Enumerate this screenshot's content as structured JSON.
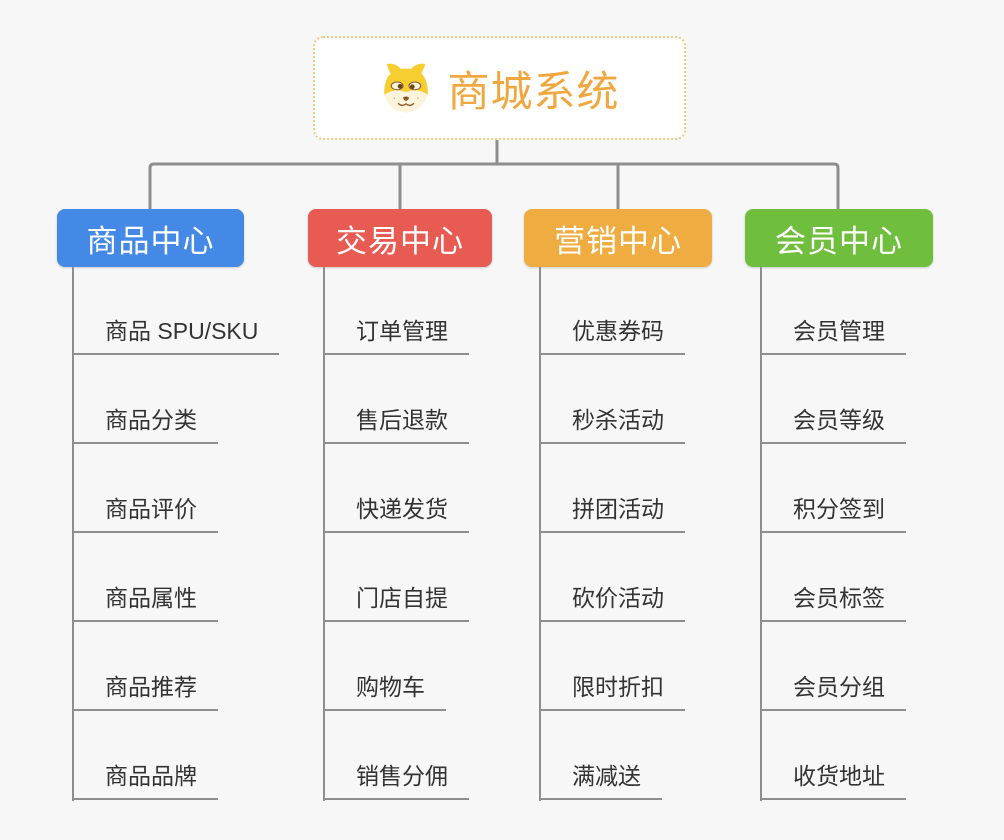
{
  "canvas": {
    "background": "#f7f7f8",
    "line_color": "#8e8e8e"
  },
  "root": {
    "title": "商城系统",
    "title_color": "#f0a73f",
    "border_color": "#f2c87f",
    "icon": "doge-icon"
  },
  "branches": [
    {
      "label": "商品中心",
      "color": "#4489e5",
      "children": [
        "商品 SPU/SKU",
        "商品分类",
        "商品评价",
        "商品属性",
        "商品推荐",
        "商品品牌"
      ]
    },
    {
      "label": "交易中心",
      "color": "#e85b53",
      "children": [
        "订单管理",
        "售后退款",
        "快递发货",
        "门店自提",
        "购物车",
        "销售分佣"
      ]
    },
    {
      "label": "营销中心",
      "color": "#efac40",
      "children": [
        "优惠券码",
        "秒杀活动",
        "拼团活动",
        "砍价活动",
        "限时折扣",
        "满减送"
      ]
    },
    {
      "label": "会员中心",
      "color": "#70be3d",
      "children": [
        "会员管理",
        "会员等级",
        "积分签到",
        "会员标签",
        "会员分组",
        "收货地址"
      ]
    }
  ]
}
